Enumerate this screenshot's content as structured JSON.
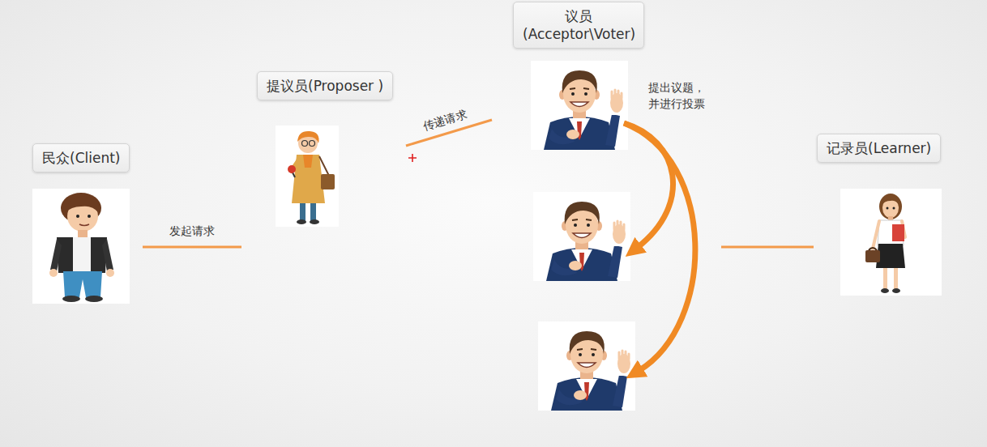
{
  "diagram": {
    "nodes": [
      {
        "text": [
          "民众(Client)"
        ]
      },
      {
        "text": [
          "提议员(Proposer )"
        ]
      },
      {
        "text": [
          "议员 (Acceptor\\Voter)"
        ]
      },
      {
        "text": [
          "记录员(Learner)"
        ]
      }
    ],
    "edges": [
      {
        "from": 0,
        "to": 1,
        "label": "发起请求",
        "arrow": "none"
      },
      {
        "from": 1,
        "to": 2,
        "label": "传递请求",
        "arrow": "none"
      },
      {
        "from": 2,
        "to": 3,
        "arrow": "none"
      }
    ],
    "labels": [
      "提出议题， 并进行投票"
    ]
  }
}
